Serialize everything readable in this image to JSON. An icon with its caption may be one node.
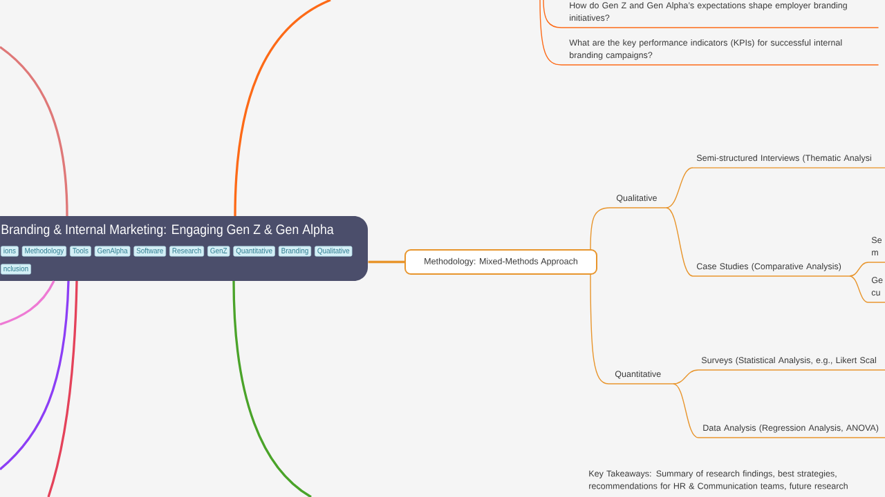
{
  "diagram": {
    "nodes": [
      {
        "text": [
          "Branding & Internal Marketing: Engaging Gen Z & Gen Alpha"
        ]
      },
      {
        "text": [
          "ions"
        ],
        "in": 0
      },
      {
        "text": [
          "Methodology"
        ],
        "in": 0
      },
      {
        "text": [
          "Tools"
        ],
        "in": 0
      },
      {
        "text": [
          "GenAlpha"
        ],
        "in": 0
      },
      {
        "text": [
          "Software"
        ],
        "in": 0
      },
      {
        "text": [
          "Research"
        ],
        "in": 0
      },
      {
        "text": [
          "GenZ"
        ],
        "in": 0
      },
      {
        "text": [
          "Quantitative"
        ],
        "in": 0
      },
      {
        "text": [
          "Branding"
        ],
        "in": 0
      },
      {
        "text": [
          "Qualitative"
        ],
        "in": 0
      },
      {
        "text": [
          "nclusion"
        ],
        "in": 0
      },
      {
        "text": [
          "How do Gen Z and Gen Alpha’s expectations shape employer branding initiatives?"
        ]
      },
      {
        "text": [
          "What are the key performance indicators (KPIs) for successful internal branding campaigns?"
        ]
      },
      {
        "text": [
          "Methodology: Mixed-Methods Approach"
        ]
      },
      {
        "text": [
          "Qualitative"
        ]
      },
      {
        "text": [
          "Semi-structured Interviews (Thematic Analysi"
        ]
      },
      {
        "text": [
          "Case Studies (Comparative Analysis)"
        ]
      },
      {
        "text": [
          "Se m"
        ]
      },
      {
        "text": [
          "Ge cu"
        ]
      },
      {
        "text": [
          "Quantitative"
        ]
      },
      {
        "text": [
          "Surveys (Statistical Analysis, e.g., Likert Scal"
        ]
      },
      {
        "text": [
          "Data Analysis (Regression Analysis, ANOVA)"
        ]
      }
    ],
    "edges": [
      {
        "from": 0,
        "to": 14,
        "arrow": "none",
        "style": "thick"
      },
      {
        "from": 14,
        "to": 15,
        "arrow": "none"
      },
      {
        "from": 15,
        "to": 16,
        "arrow": "none"
      },
      {
        "from": 15,
        "to": 17,
        "arrow": "none"
      },
      {
        "from": 17,
        "to": 18,
        "arrow": "none"
      },
      {
        "from": 17,
        "to": 19,
        "arrow": "none"
      },
      {
        "from": 14,
        "to": 20,
        "arrow": "none"
      },
      {
        "from": 20,
        "to": 21,
        "arrow": "none"
      },
      {
        "from": 20,
        "to": 22,
        "arrow": "none"
      },
      {
        "from": null,
        "to": 12,
        "arrow": "none",
        "color": "#fd6a17"
      },
      {
        "from": null,
        "to": 13,
        "arrow": "none",
        "color": "#fd6a17"
      },
      {
        "from": 0,
        "to": null,
        "arrow": "none",
        "style": "thick",
        "color": "#fd6a17"
      },
      {
        "from": 0,
        "to": null,
        "arrow": "none",
        "style": "thick",
        "color": "#4aa329"
      },
      {
        "from": 0,
        "to": null,
        "arrow": "none",
        "style": "thick",
        "color": "#df7878"
      },
      {
        "from": 0,
        "to": null,
        "arrow": "none",
        "style": "thick",
        "color": "#ee7ad4"
      },
      {
        "from": 0,
        "to": null,
        "arrow": "none",
        "style": "thick",
        "color": "#8c3ef5"
      },
      {
        "from": 0,
        "to": null,
        "arrow": "none",
        "style": "thick",
        "color": "#e4425a"
      }
    ],
    "labels": [
      "Key Takeaways: Summary of research findings, best strategies, recommendations for HR & Communication teams, future research"
    ]
  }
}
